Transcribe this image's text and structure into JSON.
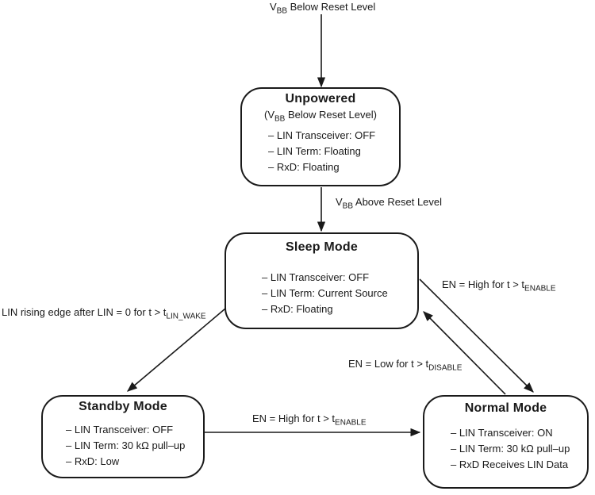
{
  "colors": {
    "ink": "#1a1a1a",
    "background": "#ffffff"
  },
  "diagram": {
    "states": {
      "unpowered": {
        "title": "Unpowered",
        "subtitle": {
          "pre": "(V",
          "sub": "BB",
          "post": " Below Reset Level)"
        },
        "items": [
          "– LIN Transceiver: OFF",
          "– LIN Term: Floating",
          "– RxD: Floating"
        ]
      },
      "sleep": {
        "title": "Sleep Mode",
        "items": [
          "– LIN Transceiver: OFF",
          "– LIN Term: Current Source",
          "– RxD: Floating"
        ]
      },
      "standby": {
        "title": "Standby Mode",
        "items": [
          "– LIN Transceiver: OFF",
          "– LIN Term: 30 kΩ pull–up",
          "– RxD: Low"
        ]
      },
      "normal": {
        "title": "Normal Mode",
        "items": [
          "– LIN Transceiver: ON",
          "– LIN Term: 30 kΩ pull–up",
          "– RxD Receives LIN Data"
        ]
      }
    },
    "transitions": {
      "vbb_below": {
        "pre": "V",
        "sub": "BB",
        "post": " Below Reset Level"
      },
      "vbb_above": {
        "pre": "V",
        "sub": "BB",
        "post": " Above Reset Level"
      },
      "lin_wake": {
        "pre": "LIN rising edge after LIN = 0 for t > t",
        "sub": "LIN_WAKE",
        "post": ""
      },
      "en_high_upper": {
        "pre": "EN = High for t > t",
        "sub": "ENABLE",
        "post": ""
      },
      "en_low": {
        "pre": "EN = Low for t > t",
        "sub": "DISABLE",
        "post": ""
      },
      "en_high_lower": {
        "pre": "EN = High for t > t",
        "sub": "ENABLE",
        "post": ""
      }
    }
  }
}
